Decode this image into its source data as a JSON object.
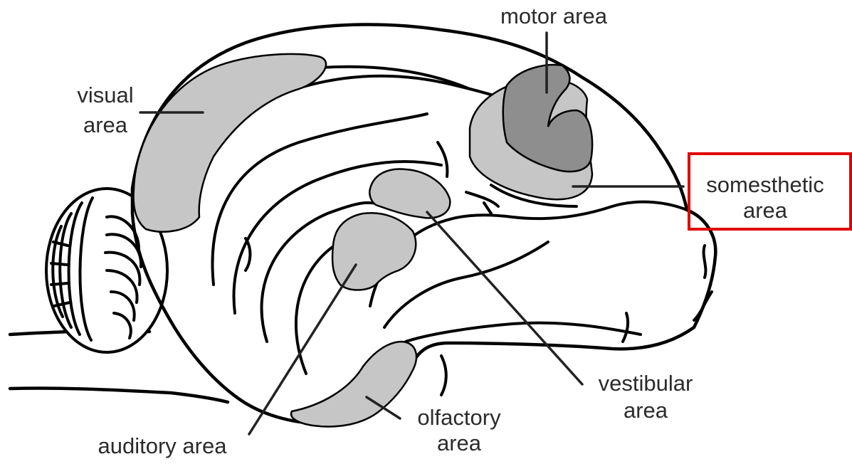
{
  "labels": {
    "motor": "motor area",
    "visual_1": "visual",
    "visual_2": "area",
    "somesthetic_1": "somesthetic",
    "somesthetic_2": "area",
    "vestibular_1": "vestibular",
    "vestibular_2": "area",
    "olfactory_1": "olfactory",
    "olfactory_2": "area",
    "auditory": "auditory area"
  },
  "colors": {
    "area_fill": "#c6c6c6",
    "motor_fill": "#8e8e8e",
    "highlight_box": "#e00000",
    "line": "#000000"
  },
  "highlighted_label": "somesthetic area"
}
